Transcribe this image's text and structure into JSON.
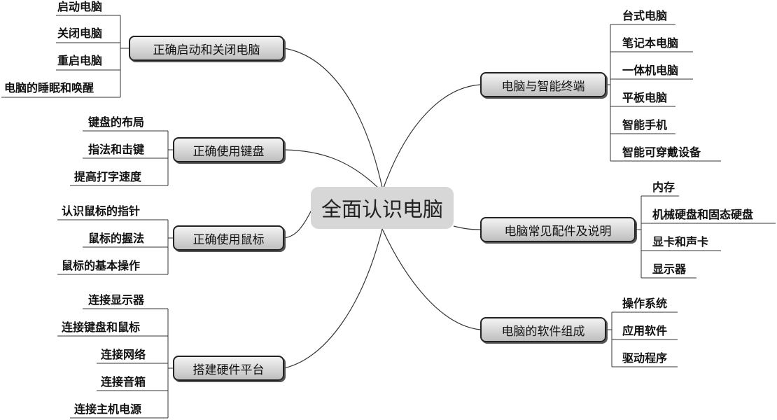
{
  "center": "全面认识电脑",
  "branches": {
    "b1": {
      "label": "正确启动和关闭电脑",
      "leaves": [
        "启动电脑",
        "关闭电脑",
        "重启电脑",
        "电脑的睡眠和唤醒"
      ]
    },
    "b2": {
      "label": "正确使用键盘",
      "leaves": [
        "键盘的布局",
        "指法和击键",
        "提高打字速度"
      ]
    },
    "b3": {
      "label": "正确使用鼠标",
      "leaves": [
        "认识鼠标的指针",
        "鼠标的握法",
        "鼠标的基本操作"
      ]
    },
    "b4": {
      "label": "搭建硬件平台",
      "leaves": [
        "连接显示器",
        "连接键盘和鼠标",
        "连接网络",
        "连接音箱",
        "连接主机电源"
      ]
    },
    "b5": {
      "label": "电脑与智能终端",
      "leaves": [
        "台式电脑",
        "笔记本电脑",
        "一体机电脑",
        "平板电脑",
        "智能手机",
        "智能可穿戴设备"
      ]
    },
    "b6": {
      "label": "电脑常见配件及说明",
      "leaves": [
        "内存",
        "机械硬盘和固态硬盘",
        "显卡和声卡",
        "显示器"
      ]
    },
    "b7": {
      "label": "电脑的软件组成",
      "leaves": [
        "操作系统",
        "应用软件",
        "驱动程序"
      ]
    }
  }
}
